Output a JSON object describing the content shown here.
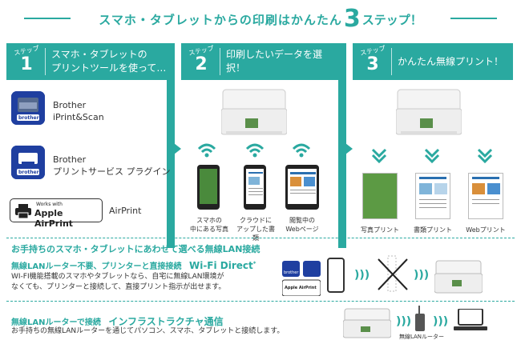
{
  "title": {
    "prefix": "スマホ・タブレットからの印刷はかんたん",
    "number": "3",
    "suffix": "ステップ！"
  },
  "steps": [
    {
      "badge": "ステップ",
      "num": "1",
      "text_line1": "スマホ・タブレットの",
      "text_line2": "プリントツールを使って…"
    },
    {
      "badge": "ステップ",
      "num": "2",
      "text_line1": "印刷したいデータを選択！",
      "text_line2": ""
    },
    {
      "badge": "ステップ",
      "num": "3",
      "text_line1": "かんたん無線プリント！",
      "text_line2": ""
    }
  ],
  "apps": [
    {
      "line1": "Brother",
      "line2": "iPrint&Scan",
      "icon_text": "brother"
    },
    {
      "line1": "Brother",
      "line2": "プリントサービス プラグイン",
      "icon_text": "brother"
    },
    {
      "line1": "AirPrint",
      "line2": "",
      "badge_small": "Works with",
      "badge_big": "Apple AirPrint"
    }
  ],
  "step2_captions": [
    {
      "line1": "スマホの",
      "line2": "中にある写真"
    },
    {
      "line1": "クラウドに",
      "line2": "アップした書類"
    },
    {
      "line1": "閲覧中の",
      "line2": "Webページ"
    }
  ],
  "step3_captions": [
    "写真プリント",
    "書類プリント",
    "Webプリント"
  ],
  "bottom": {
    "heading": "お手持ちのスマホ・タブレットにあわせて選べる無線LAN接続",
    "wifi_direct_label": "無線LANルーター不要、プリンターと直接接続",
    "wifi_direct_name": "Wi-Fi Direct",
    "wifi_direct_mark": "*",
    "wifi_direct_desc1": "WI-FI機能搭載のスマホやタブレットなら、自宅に無線LAN環境が",
    "wifi_direct_desc2": "なくても、プリンターと接続して、直接プリント指示が出せます。",
    "infra_label": "無線LANルーターで接続",
    "infra_name": "インフラストラクチャ通信",
    "infra_desc": "お手持ちの無線LANルーターを通じてパソコン、スマホ、タブレットと接続します。",
    "router_caption": "無線LANルーター",
    "mini_icon_text": "brother",
    "mini_badge": "Apple AirPrint"
  },
  "colors": {
    "accent": "#2aa9a0",
    "brand": "#1f3fa0"
  }
}
